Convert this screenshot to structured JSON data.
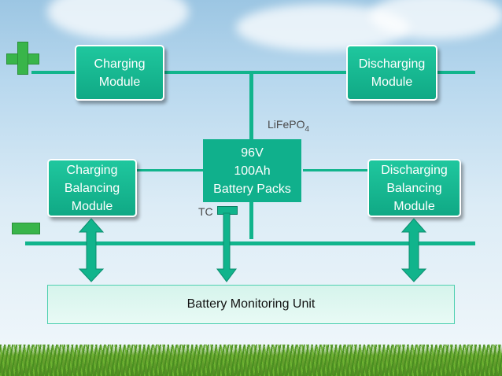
{
  "diagram": {
    "charging_module": [
      "Charging",
      "Module"
    ],
    "discharging_module": [
      "Discharging",
      "Module"
    ],
    "chemistry_label": "LiFePO",
    "chemistry_subscript": "4",
    "battery_pack": [
      "96V",
      "100Ah",
      "Battery Packs"
    ],
    "charging_balancing_module": [
      "Charging",
      "Balancing",
      "Module"
    ],
    "discharging_balancing_module": [
      "Discharging",
      "Balancing",
      "Module"
    ],
    "tc_label": "TC",
    "monitoring_unit": "Battery Monitoring Unit",
    "colors": {
      "accent": "#11b48c",
      "box_fill": "#1fc79e",
      "terminal": "#39b54a",
      "unit_fill": "#e2f7f1"
    },
    "icons": [
      "plus-terminal-icon",
      "minus-terminal-icon",
      "bidirectional-arrow-icon"
    ]
  }
}
